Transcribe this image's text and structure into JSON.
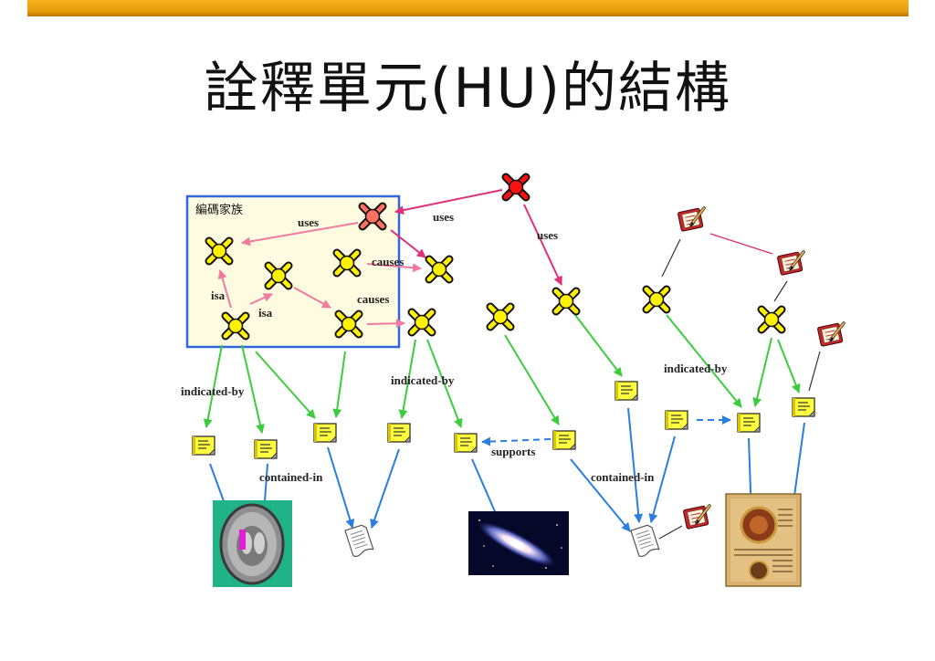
{
  "title": "詮釋單元(HU)的結構",
  "diagram": {
    "code_family_label": "編碼家族",
    "edge_labels": {
      "uses_family": "uses",
      "uses_top": "uses",
      "uses_right": "uses",
      "causes_1": "causes",
      "causes_2": "causes",
      "isa_1": "isa",
      "isa_2": "isa",
      "indicated_by_left": "indicated-by",
      "indicated_by_mid": "indicated-by",
      "indicated_by_right": "indicated-by",
      "supports": "supports",
      "contained_in_left": "contained-in",
      "contained_in_right": "contained-in"
    }
  },
  "icons": {
    "code": "code-icon",
    "quotation": "quotation-icon",
    "memo": "memo-icon",
    "document": "document-icon"
  },
  "colors": {
    "top_bar": "#e79b0c",
    "family_box_border": "#3366dd",
    "family_box_fill": "#fffbe0",
    "code_link": "#e0307a",
    "family_link": "#f07aa0",
    "indicated_by_link": "#3dcc3d",
    "content_link": "#2a7de1",
    "memo_link": "#333333"
  }
}
